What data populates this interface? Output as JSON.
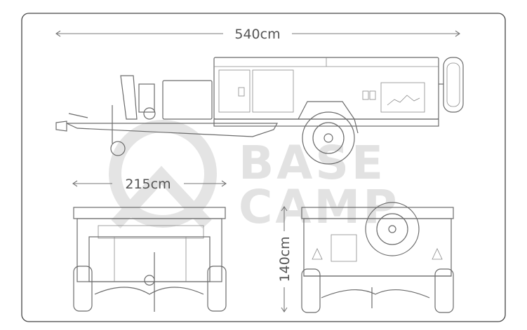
{
  "dimensions": {
    "length": "540cm",
    "width": "215cm",
    "height": "140cm"
  },
  "watermark": {
    "line1": "BASE",
    "line2": "CAMP"
  },
  "colors": {
    "line": "#6b6b6b",
    "watermark": "#e2e2e2",
    "frame": "#444444"
  },
  "views": [
    "side",
    "front",
    "rear"
  ]
}
